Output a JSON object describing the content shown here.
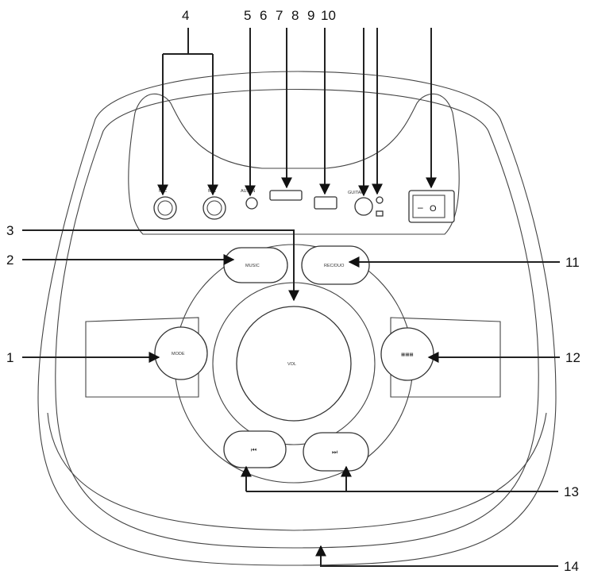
{
  "callouts": {
    "c1": "1",
    "c2": "2",
    "c3": "3",
    "c4": "4",
    "c5": "5",
    "c6": "6",
    "c7": "7",
    "c8": "8",
    "c9": "9",
    "c10": "10",
    "c11": "11",
    "c12": "12",
    "c13": "13",
    "c14": "14"
  },
  "panel_labels": {
    "mic1": "MIC",
    "mic2": "MIC",
    "aux": "AUX IN",
    "guitar": "GUITAR"
  },
  "button_labels": {
    "music": "MUSIC",
    "mode": "MODE",
    "vol": "VOL",
    "rec": "REC/DUO",
    "light": "▦▦▦",
    "prev": "⏮",
    "next": "⏭"
  },
  "switch": {
    "off": "–",
    "on": "O"
  },
  "colors": {
    "line": "#222222",
    "outline": "#444444",
    "background": "#ffffff"
  }
}
